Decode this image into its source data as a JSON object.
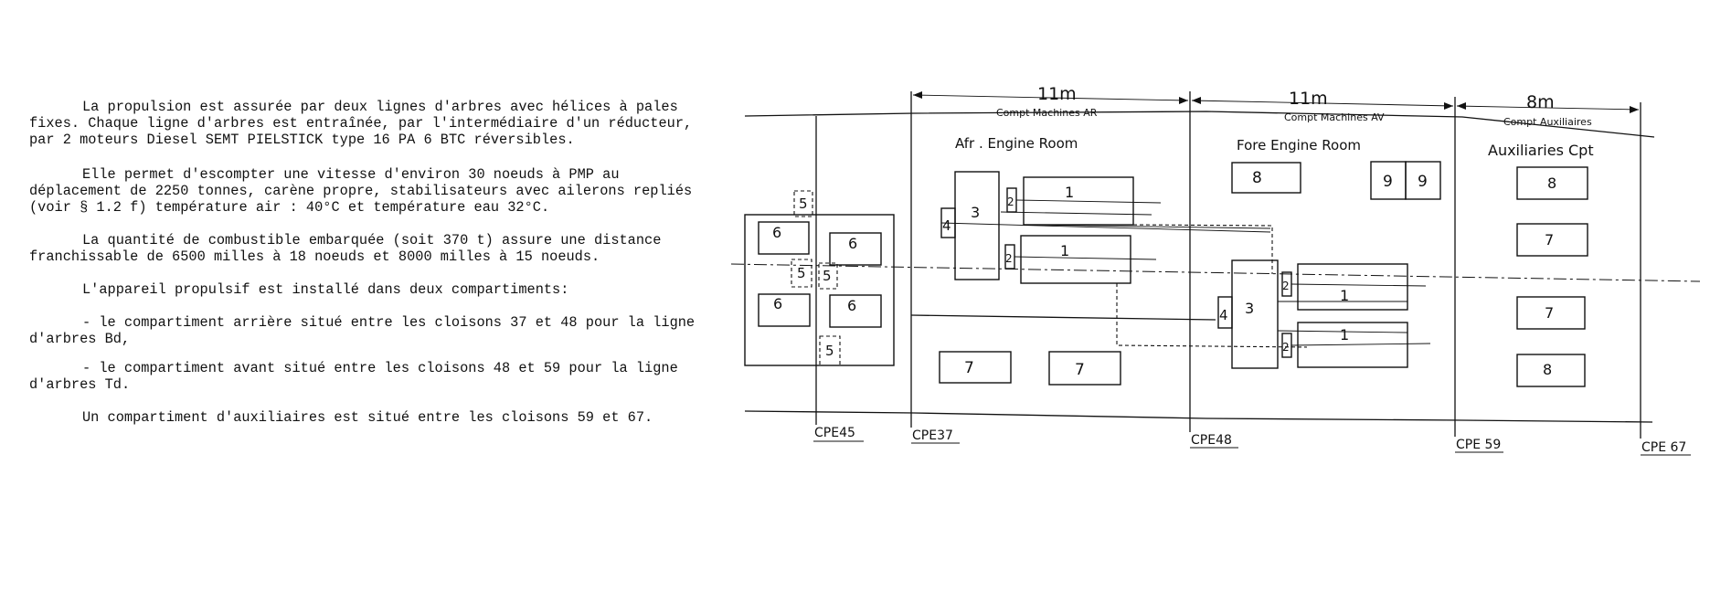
{
  "text": {
    "p1": "La propulsion est assurée par deux lignes d'arbres avec hélices à pales fixes. Chaque ligne d'arbres est entraînée, par l'intermédiaire d'un réducteur, par 2 moteurs Diesel SEMT PIELSTICK type 16 PA 6 BTC réversibles.",
    "p2": "Elle permet d'escompter une vitesse d'environ 30 noeuds à PMP au déplacement de 2250 tonnes, carène propre, stabilisateurs avec ailerons repliés (voir § 1.2 f) température air : 40°C et température eau 32°C.",
    "p3": "La quantité de combustible embarquée (soit 370 t) assure une distance franchissable de 6500 milles à 18 noeuds et 8000 milles à 15 noeuds.",
    "p4": "L'appareil propulsif est installé dans deux compartiments:",
    "p5": "- le compartiment arrière situé entre les cloisons 37 et 48 pour la ligne d'arbres Bd,",
    "p6": "- le compartiment avant situé entre les cloisons 48 et 59 pour la ligne d'arbres Td.",
    "p7": "Un compartiment d'auxiliaires est situé entre les cloisons 59 et 67."
  },
  "diagram": {
    "dimensions": {
      "aft": "11m",
      "fore": "11m",
      "aux": "8m"
    },
    "compartment_headers": {
      "aft": "Compt Machines AR",
      "fore": "Compt Machines AV",
      "aux": "Compt Auxiliaires"
    },
    "room_labels": {
      "aft": "Afr . Engine Room",
      "fore": "Fore Engine Room",
      "aux": "Auxiliaries Cpt"
    },
    "bulkheads": {
      "cpe45": "CPE45",
      "cpe37": "CPE37",
      "cpe48": "CPE48",
      "cpe59": "CPE 59",
      "cpe67": "CPE 67"
    },
    "box_labels": {
      "n1": "1",
      "n2": "2",
      "n3": "3",
      "n4": "4",
      "n5": "5",
      "n6": "6",
      "n7": "7",
      "n8": "8",
      "n9": "9"
    }
  }
}
